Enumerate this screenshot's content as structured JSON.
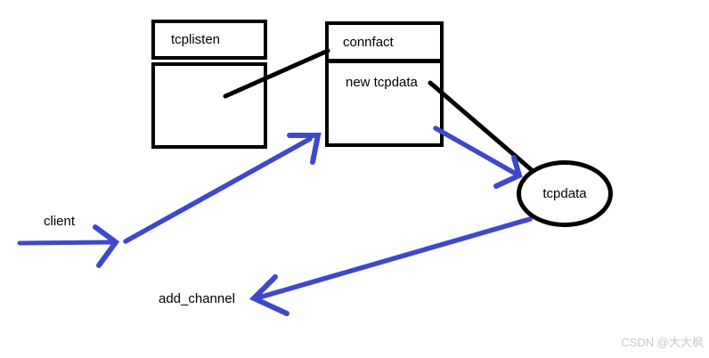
{
  "diagram": {
    "tcplisten": {
      "label": "tcplisten"
    },
    "connfact": {
      "label": "connfact",
      "field": "new tcpdata"
    },
    "tcpdata": {
      "label": "tcpdata"
    },
    "client_label": "client",
    "add_channel_label": "add_channel",
    "edges": [
      {
        "from": "tcplisten",
        "to": "connfact",
        "style": "black-line"
      },
      {
        "from": "connfact:new tcpdata",
        "to": "tcpdata",
        "style": "black-line"
      },
      {
        "from": "client",
        "to": "tcplisten/connfact gap",
        "style": "blue-arrow"
      },
      {
        "from": "connfact",
        "to": "tcpdata",
        "style": "blue-arrow"
      },
      {
        "from": "tcpdata",
        "to": "add_channel",
        "style": "blue-arrow"
      }
    ]
  },
  "watermark": "CSDN @大大枫",
  "colors": {
    "shape_stroke": "#000000",
    "arrow_blue": "#3f48cc",
    "watermark_gray": "#c9c9c9",
    "background": "#ffffff"
  }
}
